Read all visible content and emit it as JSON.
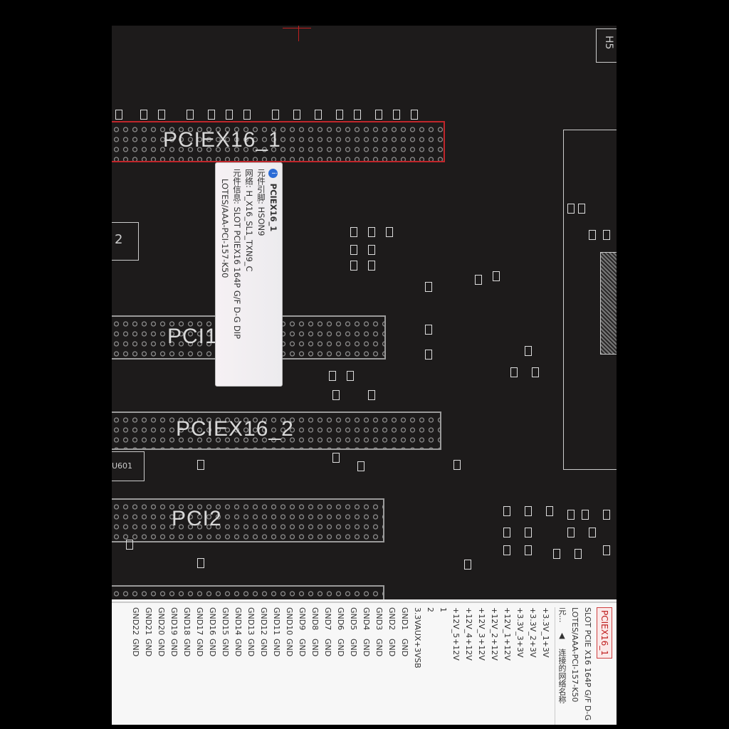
{
  "pcb": {
    "slots": [
      {
        "label": "PCIEX16_1",
        "selected": true
      },
      {
        "label": "PCI1",
        "selected": false
      },
      {
        "label": "PCIEX16_2",
        "selected": false
      },
      {
        "label": "PCI2",
        "selected": false
      }
    ],
    "misc_labels": {
      "u601": "U601",
      "h5": "H5",
      "two": "2"
    },
    "highlight_color": "#c0262b"
  },
  "tooltip": {
    "icon": "info-icon",
    "title": "PCIEX16_1",
    "pin": "元件引脚: HSON9",
    "net": "网络: H_X16_SL1_TXN9_C",
    "info": "元件信息: SLOT PCIEX16 164P G/F D-G DIP",
    "part": "LOTES/AAA-PCI-157-K50"
  },
  "panel": {
    "title": "PCIEX16_1",
    "desc1": "SLOT PCIE X16 164P G/F D-G",
    "desc2": "LOTES/AAA-PCI-157-K50",
    "col1_header": "元...",
    "col2_header": "连接的网络名称",
    "rows": [
      [
        "+3.3V_1",
        "+3V"
      ],
      [
        "+3.3V_2",
        "+3V"
      ],
      [
        "+3.3V_3",
        "+3V"
      ],
      [
        "+12V_1",
        "+12V"
      ],
      [
        "+12V_2",
        "+12V"
      ],
      [
        "+12V_3",
        "+12V"
      ],
      [
        "+12V_4",
        "+12V"
      ],
      [
        "+12V_5",
        "+12V"
      ],
      [
        "1",
        ""
      ],
      [
        "2",
        ""
      ],
      [
        "3.3VAUX",
        "+3VSB"
      ],
      [
        "GND1",
        "GND"
      ],
      [
        "GND2",
        "GND"
      ],
      [
        "GND3",
        "GND"
      ],
      [
        "GND4",
        "GND"
      ],
      [
        "GND5",
        "GND"
      ],
      [
        "GND6",
        "GND"
      ],
      [
        "GND7",
        "GND"
      ],
      [
        "GND8",
        "GND"
      ],
      [
        "GND9",
        "GND"
      ],
      [
        "GND10",
        "GND"
      ],
      [
        "GND11",
        "GND"
      ],
      [
        "GND12",
        "GND"
      ],
      [
        "GND13",
        "GND"
      ],
      [
        "GND14",
        "GND"
      ],
      [
        "GND15",
        "GND"
      ],
      [
        "GND16",
        "GND"
      ],
      [
        "GND17",
        "GND"
      ],
      [
        "GND18",
        "GND"
      ],
      [
        "GND19",
        "GND"
      ],
      [
        "GND20",
        "GND"
      ],
      [
        "GND21",
        "GND"
      ],
      [
        "GND22",
        "GND"
      ]
    ]
  }
}
